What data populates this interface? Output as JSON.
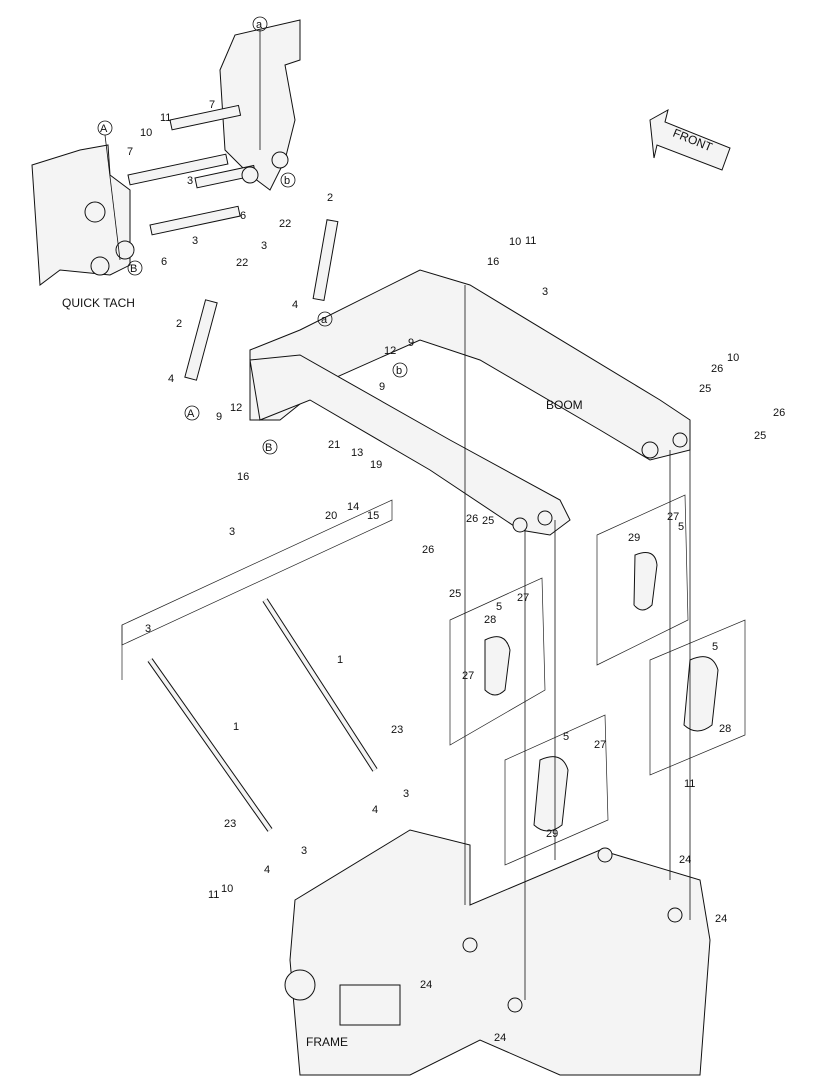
{
  "title_labels": {
    "quick_tach": "QUICK TACH",
    "boom": "BOOM",
    "frame": "FRAME",
    "front": "FRONT"
  },
  "circle_refs": [
    "a",
    "b",
    "A",
    "B"
  ],
  "callouts": [
    {
      "id": "c1",
      "text": "1"
    },
    {
      "id": "c2",
      "text": "1"
    },
    {
      "id": "c3",
      "text": "2"
    },
    {
      "id": "c4",
      "text": "2"
    },
    {
      "id": "c5",
      "text": "3"
    },
    {
      "id": "c6",
      "text": "3"
    },
    {
      "id": "c7",
      "text": "3"
    },
    {
      "id": "c8",
      "text": "3"
    },
    {
      "id": "c9",
      "text": "3"
    },
    {
      "id": "c10",
      "text": "3"
    },
    {
      "id": "c11",
      "text": "3"
    },
    {
      "id": "c12",
      "text": "3"
    },
    {
      "id": "c13",
      "text": "4"
    },
    {
      "id": "c14",
      "text": "4"
    },
    {
      "id": "c15",
      "text": "4"
    },
    {
      "id": "c16",
      "text": "4"
    },
    {
      "id": "c17",
      "text": "5"
    },
    {
      "id": "c18",
      "text": "5"
    },
    {
      "id": "c19",
      "text": "5"
    },
    {
      "id": "c20",
      "text": "5"
    },
    {
      "id": "c21",
      "text": "6"
    },
    {
      "id": "c22",
      "text": "6"
    },
    {
      "id": "c23",
      "text": "7"
    },
    {
      "id": "c24",
      "text": "7"
    },
    {
      "id": "c25",
      "text": "9"
    },
    {
      "id": "c26",
      "text": "9"
    },
    {
      "id": "c27",
      "text": "9"
    },
    {
      "id": "c28",
      "text": "10"
    },
    {
      "id": "c29",
      "text": "10"
    },
    {
      "id": "c30",
      "text": "10"
    },
    {
      "id": "c31",
      "text": "10"
    },
    {
      "id": "c32",
      "text": "11"
    },
    {
      "id": "c33",
      "text": "11"
    },
    {
      "id": "c34",
      "text": "11"
    },
    {
      "id": "c35",
      "text": "11"
    },
    {
      "id": "c36",
      "text": "12"
    },
    {
      "id": "c37",
      "text": "12"
    },
    {
      "id": "c38",
      "text": "13"
    },
    {
      "id": "c39",
      "text": "14"
    },
    {
      "id": "c40",
      "text": "15"
    },
    {
      "id": "c41",
      "text": "16"
    },
    {
      "id": "c42",
      "text": "16"
    },
    {
      "id": "c43",
      "text": "19"
    },
    {
      "id": "c44",
      "text": "20"
    },
    {
      "id": "c45",
      "text": "21"
    },
    {
      "id": "c46",
      "text": "22"
    },
    {
      "id": "c47",
      "text": "22"
    },
    {
      "id": "c48",
      "text": "23"
    },
    {
      "id": "c49",
      "text": "23"
    },
    {
      "id": "c50",
      "text": "24"
    },
    {
      "id": "c51",
      "text": "24"
    },
    {
      "id": "c52",
      "text": "24"
    },
    {
      "id": "c53",
      "text": "24"
    },
    {
      "id": "c54",
      "text": "25"
    },
    {
      "id": "c55",
      "text": "25"
    },
    {
      "id": "c56",
      "text": "25"
    },
    {
      "id": "c57",
      "text": "25"
    },
    {
      "id": "c58",
      "text": "26"
    },
    {
      "id": "c59",
      "text": "26"
    },
    {
      "id": "c60",
      "text": "26"
    },
    {
      "id": "c61",
      "text": "26"
    },
    {
      "id": "c62",
      "text": "27"
    },
    {
      "id": "c63",
      "text": "27"
    },
    {
      "id": "c64",
      "text": "27"
    },
    {
      "id": "c65",
      "text": "27"
    },
    {
      "id": "c66",
      "text": "28"
    },
    {
      "id": "c67",
      "text": "28"
    },
    {
      "id": "c68",
      "text": "29"
    },
    {
      "id": "c69",
      "text": "29"
    }
  ]
}
